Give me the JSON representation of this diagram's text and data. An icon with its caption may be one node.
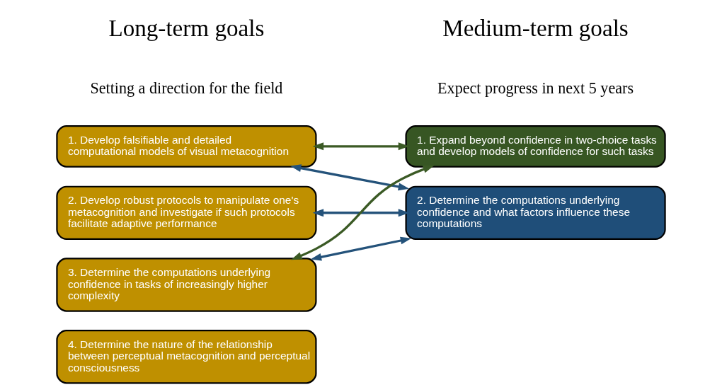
{
  "diagram": {
    "nodes": [
      {
        "text": [
          "1. Develop falsifiable and detailed computational models of visual metacognition"
        ]
      },
      {
        "text": [
          "2. Develop robust protocols to manipulate one's metacognition and investigate if such protocols facilitate adaptive performance"
        ]
      },
      {
        "text": [
          "3. Determine the computations underlying confidence in tasks of increasingly higher complexity"
        ]
      },
      {
        "text": [
          "4. Determine the nature of the relationship between perceptual metacognition and perceptual consciousness"
        ]
      },
      {
        "text": [
          "1. Expand beyond confidence in two-choice tasks and develop models of confidence for such tasks"
        ]
      },
      {
        "text": [
          "2. Determine the computations underlying confidence and what factors influence these computations"
        ]
      }
    ],
    "edges": [
      {
        "from": 0,
        "to": 4,
        "arrow": "both",
        "color": "#3b5a25"
      },
      {
        "from": 0,
        "to": 5,
        "arrow": "both"
      },
      {
        "from": 1,
        "to": 5,
        "arrow": "both"
      },
      {
        "from": 2,
        "to": 4,
        "arrow": "both",
        "color": "#3b5a25"
      },
      {
        "from": 2,
        "to": 5,
        "arrow": "both"
      }
    ],
    "labels": [
      "Long-term goals",
      "Setting a direction for the field",
      "Medium-term goals",
      "Expect progress in next 5 years"
    ]
  }
}
